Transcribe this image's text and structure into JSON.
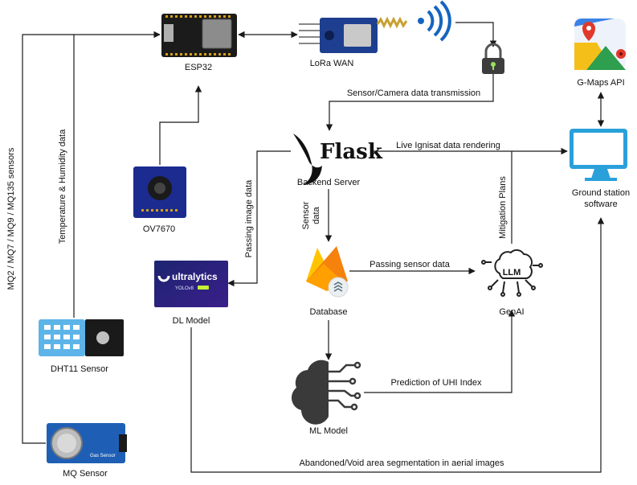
{
  "nodes": {
    "esp32": "ESP32",
    "lora": "LoRa WAN",
    "gmaps": "G-Maps API",
    "flask_logo": "Flask",
    "backend": "Backend Server",
    "ground_station_1": "Ground station",
    "ground_station_2": "software",
    "ov7670": "OV7670",
    "dl_model": "DL Model",
    "ultralytics_brand": "ultralytics",
    "ultralytics_sub": "YOLOv8",
    "database": "Database",
    "genai": "GenAI",
    "llm_badge": "LLM",
    "ml_model": "ML Model",
    "dht11": "DHT11 Sensor",
    "mq_sensor": "MQ Sensor",
    "mq_board_text": "Gas Sensor"
  },
  "edges": {
    "sensor_camera_tx": "Sensor/Camera data transmission",
    "live_rendering": "Live Ignisat data rendering",
    "passing_image": "Passing image data",
    "mitigation": "Mitigation Plans",
    "sensor_data_1": "Sensor",
    "sensor_data_2": "data",
    "passing_sensor": "Passing sensor data",
    "uhi": "Prediction of UHI Index",
    "segmentation": "Abandoned/Void area segmentation in aerial images",
    "temp_humidity": "Temperature & Humidity data",
    "mq_sensors": "MQ2 / MQ7 / MQ9 / MQ135 sensors"
  },
  "colors": {
    "esp32_board": "#1b1b1b",
    "lora_board": "#1e3f8f",
    "wifi_signal": "#1565c0",
    "dht11_body": "#5db4e8",
    "mq_board": "#1e5fb5",
    "ov7670_board": "#1c2b8f",
    "ultralytics_bg": "#1a1f6e",
    "firebase_orange": "#f5820d",
    "firebase_yellow": "#ffc400",
    "monitor_blue": "#2aa0da",
    "maps_yellow": "#f5bf1a",
    "maps_green": "#2e9e4f",
    "maps_blue": "#3b82e6",
    "maps_red": "#e0392b"
  }
}
